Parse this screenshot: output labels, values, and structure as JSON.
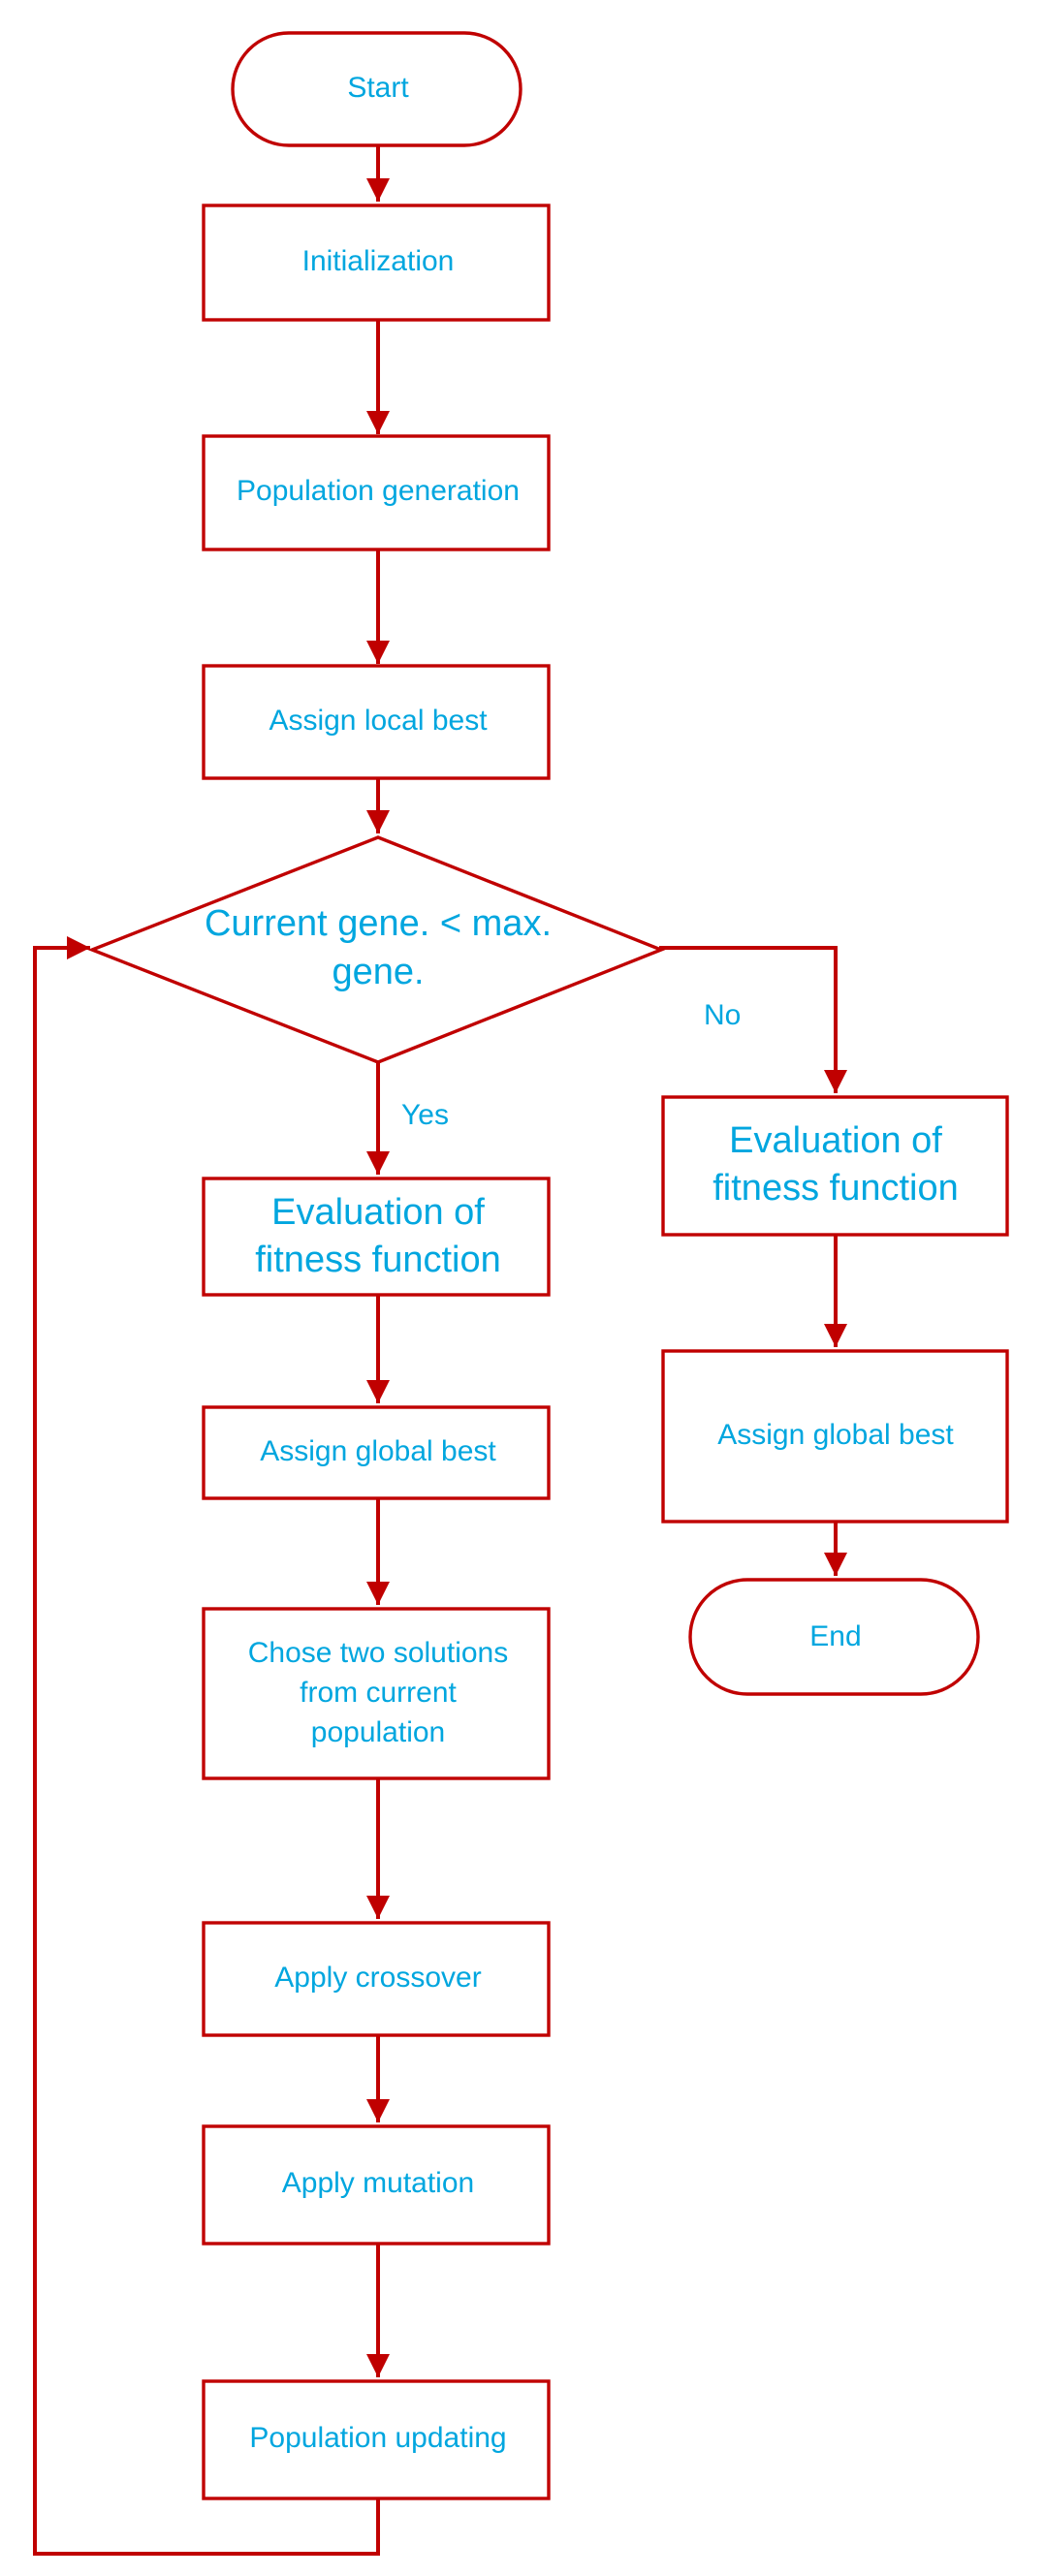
{
  "flowchart": {
    "nodes": {
      "start": "Start",
      "init": "Initialization",
      "popgen": "Population generation",
      "local_best": "Assign local best",
      "decision": [
        "Current gene. < max.",
        "gene."
      ],
      "eval_left": [
        "Evaluation of",
        "fitness function"
      ],
      "global_best_left": "Assign global best",
      "choose": [
        "Chose two solutions",
        "from current",
        "population"
      ],
      "crossover": "Apply crossover",
      "mutation": "Apply mutation",
      "pop_update": "Population updating",
      "eval_right": [
        "Evaluation of",
        "fitness function"
      ],
      "global_best_right": "Assign global best",
      "end": "End"
    },
    "edge_labels": {
      "yes": "Yes",
      "no": "No"
    },
    "colors": {
      "stroke": "#c00000",
      "text": "#00a6df",
      "background": "#ffffff"
    }
  }
}
